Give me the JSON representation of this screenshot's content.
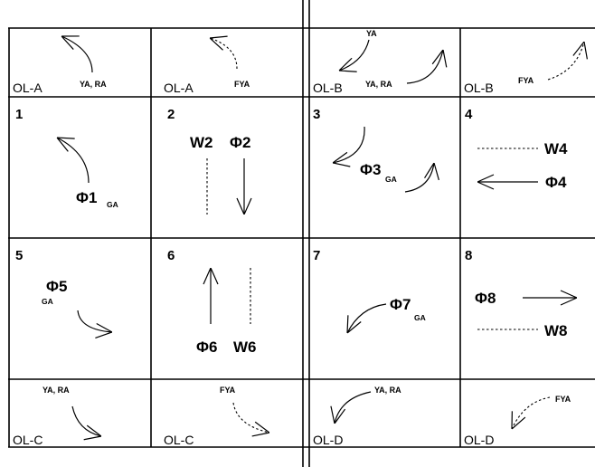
{
  "colors": {
    "line": "#000000",
    "background": "#ffffff"
  },
  "cells": {
    "c1": {
      "number": "1",
      "label": "Φ1",
      "sub": "GA"
    },
    "c2": {
      "number": "2",
      "walk_label": "W2",
      "label": "Φ2"
    },
    "c3": {
      "number": "3",
      "label": "Φ3",
      "sub": "GA"
    },
    "c4": {
      "number": "4",
      "walk_label": "W4",
      "label": "Φ4"
    },
    "c5": {
      "number": "5",
      "label": "Φ5",
      "sub": "GA"
    },
    "c6": {
      "number": "6",
      "label": "Φ6",
      "walk_label": "W6"
    },
    "c7": {
      "number": "7",
      "label": "Φ7",
      "sub": "GA"
    },
    "c8": {
      "number": "8",
      "label": "Φ8",
      "walk_label": "W8"
    }
  },
  "overlaps": {
    "a1": {
      "label": "OL-A",
      "indication": "YA, RA"
    },
    "a2": {
      "label": "OL-A",
      "indication": "FYA"
    },
    "b1": {
      "label": "OL-B",
      "indication": "YA, RA",
      "indication_top": "YA"
    },
    "b2": {
      "label": "OL-B",
      "indication": "FYA"
    },
    "c1": {
      "label": "OL-C",
      "indication": "YA, RA"
    },
    "c2": {
      "label": "OL-C",
      "indication": "FYA"
    },
    "d1": {
      "label": "OL-D",
      "indication": "YA, RA"
    },
    "d2": {
      "label": "OL-D",
      "indication": "FYA"
    }
  }
}
